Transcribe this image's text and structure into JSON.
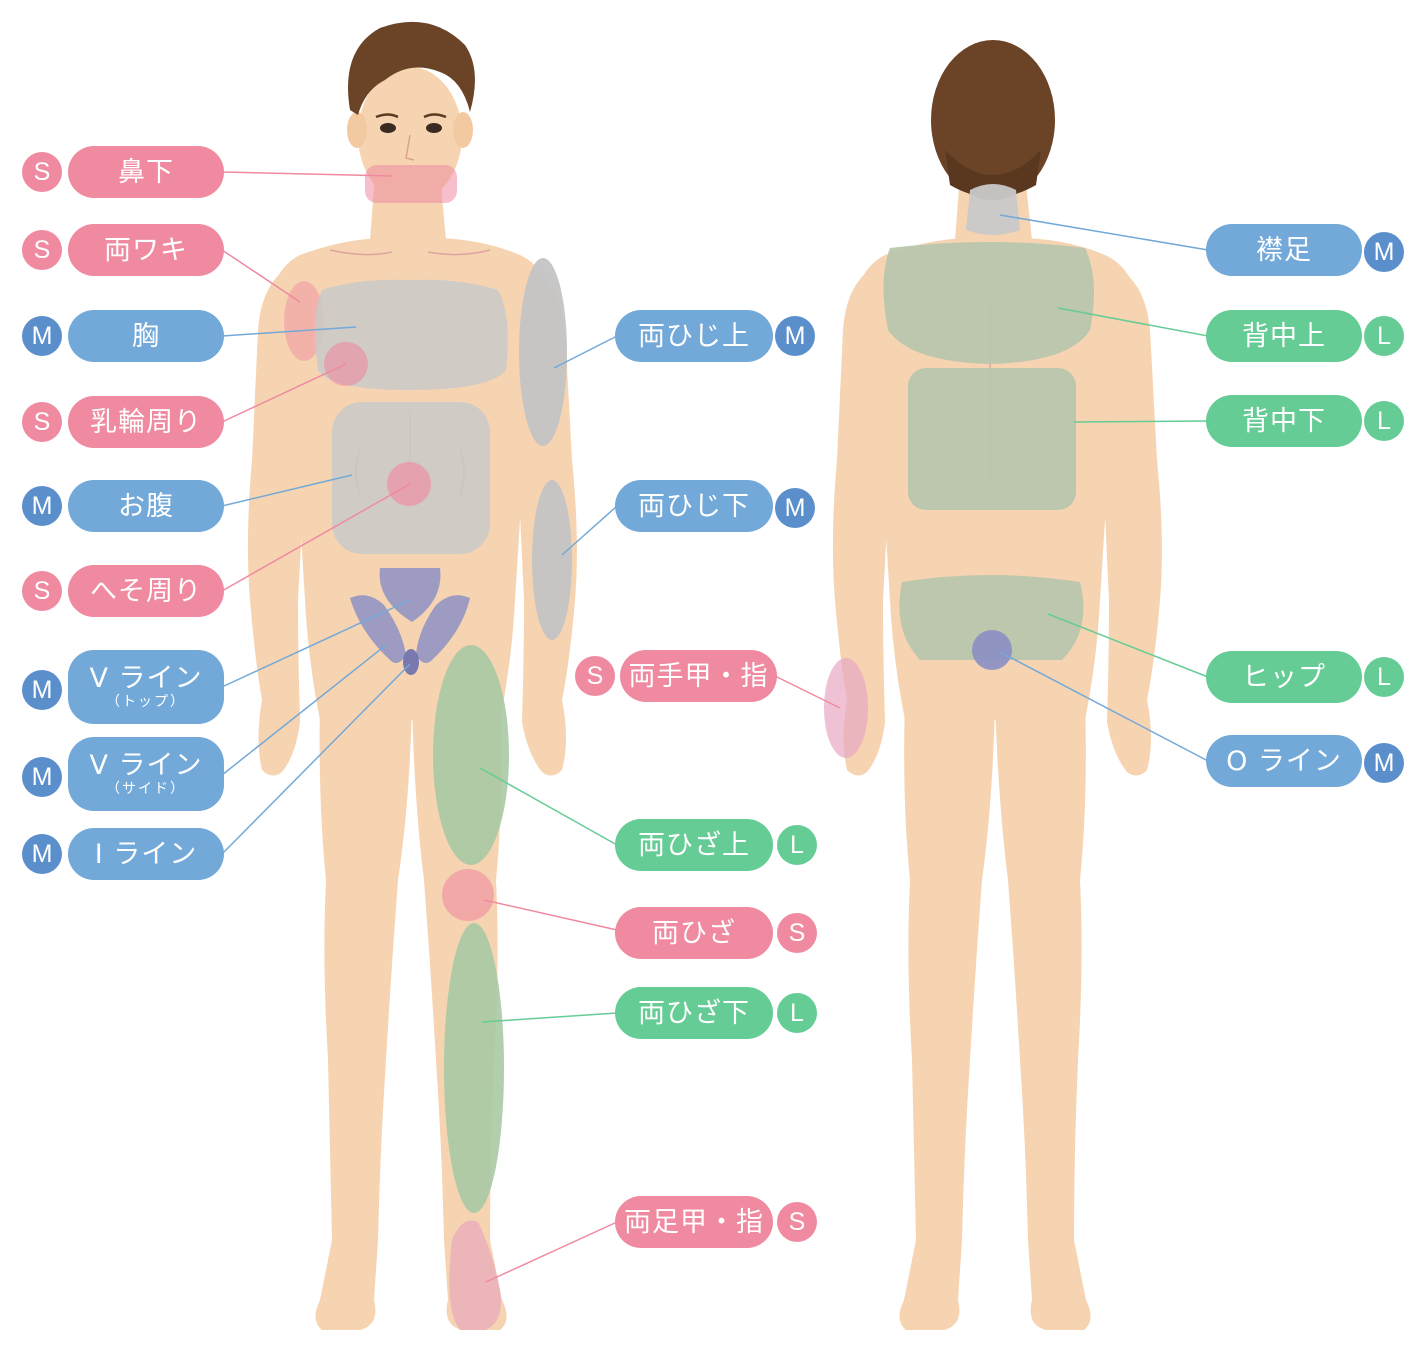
{
  "sizes": {
    "S": "S",
    "M": "M",
    "L": "L"
  },
  "colors": {
    "S": "#ef8aa0",
    "M": "#73a9d8",
    "L": "#66cc96",
    "skin": "#f6d4b1",
    "hair": "#6b4428"
  },
  "front": {
    "labels": [
      {
        "text": "鼻下",
        "sub": "",
        "size": "S"
      },
      {
        "text": "両ワキ",
        "sub": "",
        "size": "S"
      },
      {
        "text": "胸",
        "sub": "",
        "size": "M"
      },
      {
        "text": "乳輪周り",
        "sub": "",
        "size": "S"
      },
      {
        "text": "お腹",
        "sub": "",
        "size": "M"
      },
      {
        "text": "へそ周り",
        "sub": "",
        "size": "S"
      },
      {
        "text": "V ライン",
        "sub": "（トップ）",
        "size": "M"
      },
      {
        "text": "V ライン",
        "sub": "（サイド）",
        "size": "M"
      },
      {
        "text": "I ライン",
        "sub": "",
        "size": "M"
      },
      {
        "text": "両ひじ上",
        "sub": "",
        "size": "M"
      },
      {
        "text": "両ひじ下",
        "sub": "",
        "size": "M"
      },
      {
        "text": "両手甲・指",
        "sub": "",
        "size": "S"
      },
      {
        "text": "両ひざ上",
        "sub": "",
        "size": "L"
      },
      {
        "text": "両ひざ",
        "sub": "",
        "size": "S"
      },
      {
        "text": "両ひざ下",
        "sub": "",
        "size": "L"
      },
      {
        "text": "両足甲・指",
        "sub": "",
        "size": "S"
      }
    ]
  },
  "back": {
    "labels": [
      {
        "text": "襟足",
        "sub": "",
        "size": "M"
      },
      {
        "text": "背中上",
        "sub": "",
        "size": "L"
      },
      {
        "text": "背中下",
        "sub": "",
        "size": "L"
      },
      {
        "text": "ヒップ",
        "sub": "",
        "size": "L"
      },
      {
        "text": "O ライン",
        "sub": "",
        "size": "M"
      }
    ]
  }
}
